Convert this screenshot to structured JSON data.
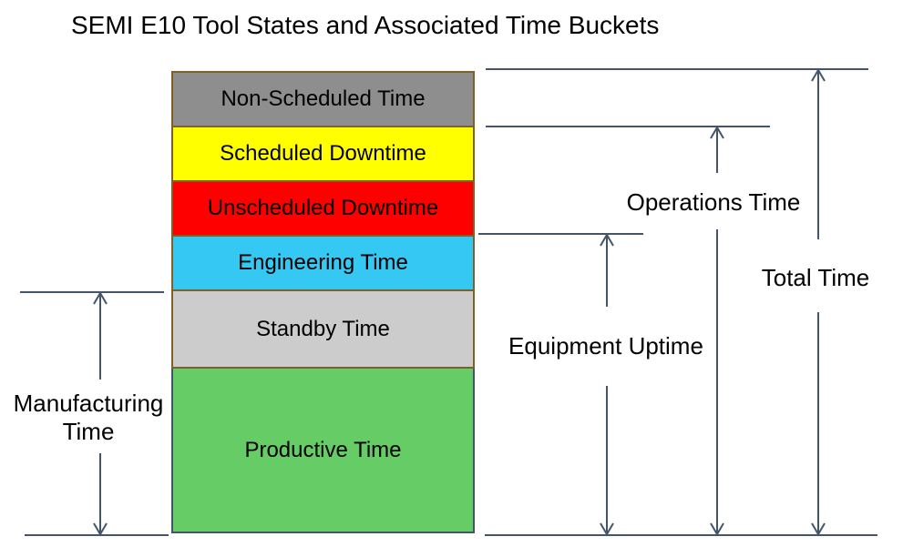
{
  "title": "SEMI E10 Tool States and Associated Time Buckets",
  "colors": {
    "guide_line": "#44546A",
    "segment_border": "#7E6028",
    "productive_border": "#44546A",
    "text": "#000000"
  },
  "bar": {
    "segments": [
      {
        "label": "Non-Scheduled Time",
        "color": "#8E8E8E"
      },
      {
        "label": "Scheduled Downtime",
        "color": "#FFFF00"
      },
      {
        "label": "Unscheduled Downtime",
        "color": "#FF0000"
      },
      {
        "label": "Engineering Time",
        "color": "#35C8F2"
      },
      {
        "label": "Standby Time",
        "color": "#CCCCCC"
      },
      {
        "label": "Productive Time",
        "color": "#66CC66"
      }
    ]
  },
  "measures": {
    "total": "Total Time",
    "operations": "Operations Time",
    "equipment": "Equipment Uptime",
    "manufacturing": "Manufacturing Time"
  }
}
